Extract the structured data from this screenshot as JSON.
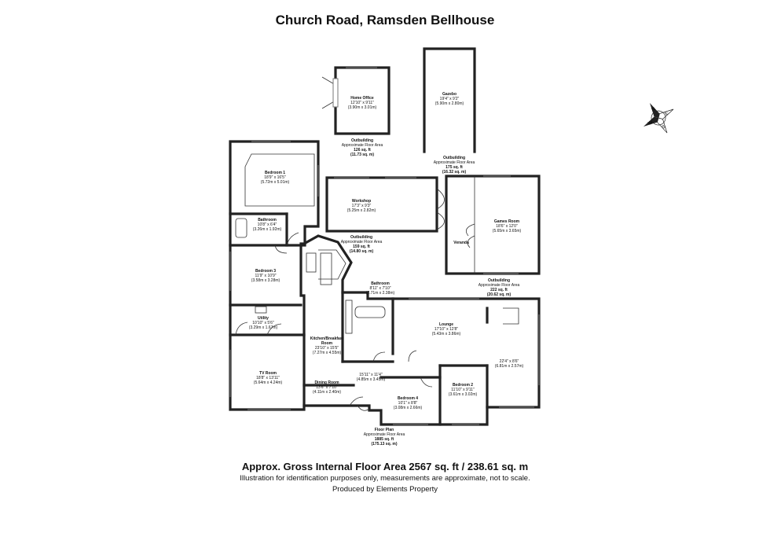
{
  "title": "Church Road, Ramsden Bellhouse",
  "footer": {
    "gross_area": "Approx. Gross Internal Floor Area 2567 sq. ft / 238.61 sq. m",
    "disclaimer": "Illustration for identification purposes only, measurements are approximate, not to scale.",
    "credit": "Produced by Elements Property"
  },
  "rooms": {
    "home_office": {
      "name": "Home Office",
      "dims": "12'10\" x 9'11\"",
      "metric": "(3.90m x 3.01m)"
    },
    "gazebo": {
      "name": "Gazebo",
      "dims": "19'4\" x 9'2\"",
      "metric": "(5.90m x 2.80m)"
    },
    "bedroom1": {
      "name": "Bedroom 1",
      "dims": "18'9\" x 16'5\"",
      "metric": "(5.72m x 5.01m)"
    },
    "bathroom1": {
      "name": "Bathroom",
      "dims": "10'8\" x 6'4\"",
      "metric": "(3.26m x 1.92m)"
    },
    "workshop": {
      "name": "Workshop",
      "dims": "17'3\" x 9'3\"",
      "metric": "(5.25m x 2.82m)"
    },
    "games_room": {
      "name": "Games Room",
      "dims": "18'6\" x 12'0\"",
      "metric": "(5.65m x 3.65m)"
    },
    "veranda": {
      "name": "Veranda"
    },
    "bedroom3": {
      "name": "Bedroom 3",
      "dims": "11'9\" x 10'9\"",
      "metric": "(3.58m x 3.28m)"
    },
    "bathroom2": {
      "name": "Bathroom",
      "dims": "8'11\" x 7'10\"",
      "metric": "(2.71m x 2.38m)"
    },
    "utility": {
      "name": "Utility",
      "dims": "10'10\" x 5'6\"",
      "metric": "(3.29m x 1.67m)"
    },
    "lounge": {
      "name": "Lounge",
      "dims": "17'10\" x 12'8\"",
      "metric": "(5.43m x 3.86m)"
    },
    "kitchen": {
      "name": "Kitchen/Breakfast",
      "name2": "Room",
      "dims": "23'10\" x 15'5\"",
      "metric": "(7.27m x 4.55m)"
    },
    "tv_room": {
      "name": "TV Room",
      "dims": "18'8\" x 13'11\"",
      "metric": "(5.64m x 4.24m)"
    },
    "right_room": {
      "dims": "22'4\" x 8'6\"",
      "metric": "(6.81m x 2.57m)"
    },
    "hall": {
      "dims": "15'11\" x 11'4\"",
      "metric": "(4.85m x 3.45m)"
    },
    "dining_room": {
      "name": "Dining Room",
      "dims": "13'6\" x 7'10\"",
      "metric": "(4.11m x 2.40m)"
    },
    "bedroom4": {
      "name": "Bedroom 4",
      "dims": "10'1\" x 8'8\"",
      "metric": "(3.08m x 2.66m)"
    },
    "bedroom2": {
      "name": "Bedroom 2",
      "dims": "11'10\" x 9'11\"",
      "metric": "(3.61m x 3.02m)"
    }
  },
  "areas": {
    "office": {
      "l1": "Outbuilding",
      "l2": "Approximate Floor Area",
      "l3": "126 sq. ft",
      "l4": "(11.73 sq. m)"
    },
    "gazebo": {
      "l1": "Outbuilding",
      "l2": "Approximate Floor Area",
      "l3": "175 sq. ft",
      "l4": "(16.32 sq. m)"
    },
    "workshop": {
      "l1": "Outbuilding",
      "l2": "Approximate Floor Area",
      "l3": "159 sq. ft",
      "l4": "(14.80 sq. m)"
    },
    "games": {
      "l1": "Outbuilding",
      "l2": "Approximate Floor Area",
      "l3": "222 sq. ft",
      "l4": "(20.62 sq. m)"
    },
    "floor": {
      "l1": "Floor Plan",
      "l2": "Approximate Floor Area",
      "l3": "1885 sq. ft",
      "l4": "(175.13 sq. m)"
    }
  },
  "compass": {
    "n": "N",
    "e": "E",
    "s": "S",
    "w": "W"
  },
  "colors": {
    "wall": "#222222",
    "background": "#ffffff"
  }
}
